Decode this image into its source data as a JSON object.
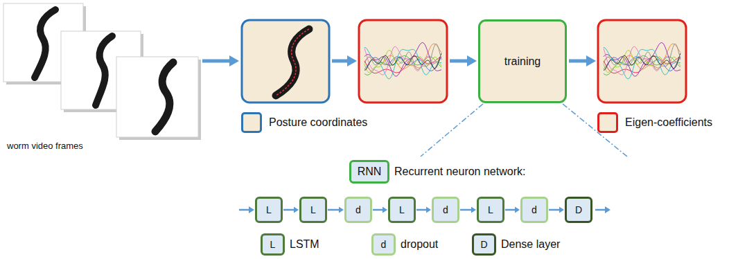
{
  "diagram": {
    "nodes": [
      {
        "text": [
          "training"
        ]
      },
      {
        "text": [
          "RNN",
          "Recurrent neuron network:"
        ]
      },
      {
        "text": [
          "L"
        ]
      },
      {
        "text": [
          "L"
        ]
      },
      {
        "text": [
          "d"
        ]
      },
      {
        "text": [
          "L"
        ]
      },
      {
        "text": [
          "d"
        ]
      },
      {
        "text": [
          "L"
        ]
      },
      {
        "text": [
          "d"
        ]
      },
      {
        "text": [
          "D"
        ]
      },
      {
        "text": [
          "L",
          "LSTM"
        ]
      },
      {
        "text": [
          "d",
          "dropout"
        ]
      },
      {
        "text": [
          "D",
          "Dense layer"
        ]
      }
    ],
    "edges": [
      {
        "from": 2,
        "to": 3,
        "arrow": "to"
      },
      {
        "from": 3,
        "to": 4,
        "arrow": "to"
      },
      {
        "from": 4,
        "to": 5,
        "arrow": "to"
      },
      {
        "from": 5,
        "to": 6,
        "arrow": "to"
      },
      {
        "from": 6,
        "to": 7,
        "arrow": "to"
      },
      {
        "from": 7,
        "to": 8,
        "arrow": "to"
      },
      {
        "from": 8,
        "to": 9,
        "arrow": "to"
      }
    ],
    "labels": [
      "worm video frames"
    ],
    "legend": [
      {
        "text": "Posture coordinates",
        "color": "#2e75b6"
      },
      {
        "text": "Eigen-coefficients",
        "color": "#e0201b"
      }
    ]
  }
}
